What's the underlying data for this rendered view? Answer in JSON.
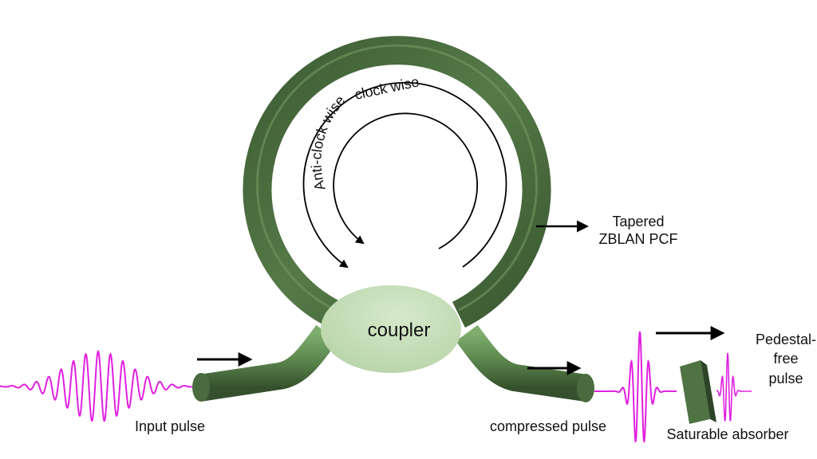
{
  "diagram": {
    "title": "Nonlinear optical loop mirror pulse compression schematic",
    "labels": {
      "clockwise": "clock wise",
      "anticlockwise": "Anti-clock wise",
      "fiber_line1": "Tapered",
      "fiber_line2": "ZBLAN PCF",
      "coupler": "coupler",
      "input_pulse": "Input pulse",
      "compressed_pulse": "compressed pulse",
      "saturable_absorber": "Saturable absorber",
      "output_line1": "Pedestal-",
      "output_line2": "free",
      "output_line3": "pulse"
    },
    "colors": {
      "fiber_dark": "#3f5f35",
      "fiber_mid": "#557a47",
      "fiber_light": "#8ab87a",
      "coupler_fill": "#c9e0bc",
      "pulse": "#e020e0",
      "arrow": "#000000"
    }
  }
}
